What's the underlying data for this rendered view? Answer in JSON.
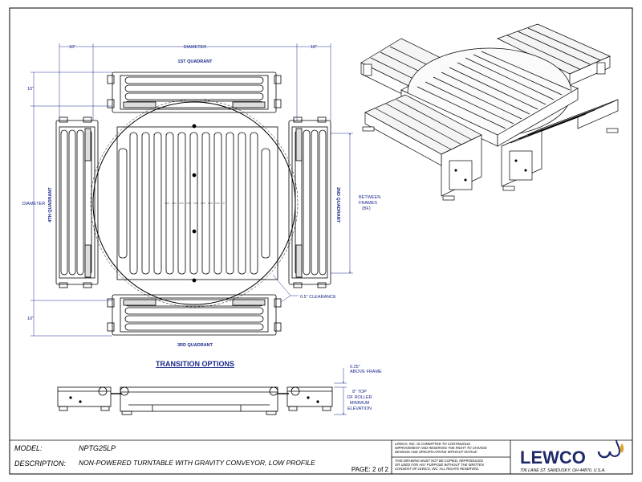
{
  "dimensions": {
    "top_left_10": "10\"",
    "top_diameter": "DIAMETER",
    "top_right_10": "10\"",
    "left_10_top": "10\"",
    "left_diameter": "DIAMETER",
    "left_10_bottom": "10\"",
    "between_frames": [
      "BETWEEN",
      "FRAMES",
      "(BF)"
    ],
    "clearance": "0.5\" CLEARANCE"
  },
  "quadrants": {
    "q1": "1ST QUADRANT",
    "q2": "2ND QUADRANT",
    "q3": "3RD QUADRANT",
    "q4": "4TH QUADRANT"
  },
  "transition": {
    "title": "TRANSITION OPTIONS",
    "above_frame": [
      "0.25\"",
      "ABOVE FRAME"
    ],
    "top_of_roller": [
      "8\" TOP",
      "OF ROLLER",
      "MINIMUM",
      "ELEVATION"
    ]
  },
  "title_block": {
    "model_label": "MODEL:",
    "model_value": "NPTG25LP",
    "description_label": "DESCRIPTION:",
    "description_value": "NON-POWERED TURNTABLE WITH GRAVITY CONVEYOR, LOW PROFILE",
    "page": "PAGE: 2 of 2",
    "notice_1": [
      "LEWCO, INC. IS COMMITTED TO CONTINUOUS",
      "IMPROVEMENT AND RESERVES THE RIGHT TO CHANGE",
      "DESIGNS AND SPECIFICATIONS WITHOUT NOTICE."
    ],
    "notice_2": [
      "THIS DRAWING MUST NOT BE COPIED, REPRODUCED",
      "OR USED FOR ANY PURPOSE WITHOUT THE WRITTEN",
      "CONSENT OF LEWCO, INC. ALL RIGHTS RESERVED."
    ],
    "logo": "LEWCO",
    "address": "706 LANE ST.   SANDUSKY, OH 44870, U.S.A."
  },
  "colors": {
    "dimension_blue": "#1b2a8a",
    "logo_navy": "#1f2a6b",
    "logo_gold": "#e0a52a",
    "linework": "#000000"
  }
}
